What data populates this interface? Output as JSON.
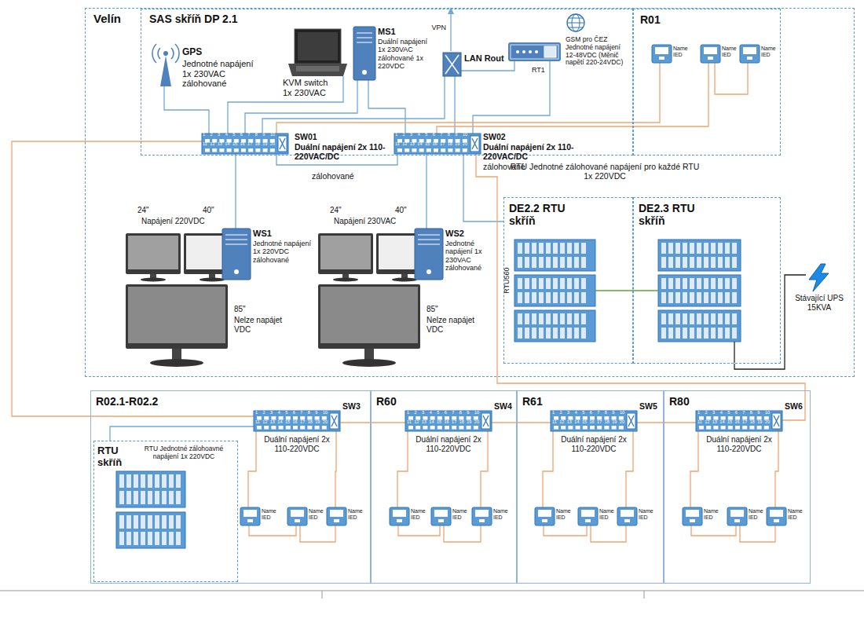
{
  "diagram": {
    "nodes": [
      {
        "text": [
          "Velín"
        ]
      },
      {
        "text": [
          "SAS skříň DP 2.1"
        ],
        "in": 0
      },
      {
        "text": [
          "GPS",
          "Jednotné napájení 1x 230VAC zálohované"
        ],
        "in": 1
      },
      {
        "text": [
          "KVM switch 1x 230VAC"
        ],
        "in": 1
      },
      {
        "text": [
          "MS1",
          "Duální napájení 1x 230VAC zálohované 1x 220VDC"
        ],
        "in": 1
      },
      {
        "text": [
          "LAN Rout"
        ],
        "in": 1
      },
      {
        "text": [
          "GSM pro ČEZ Jednotné napájení 12-48VDC (Měnič napětí 220-24VDC)",
          "RT1"
        ],
        "in": 1
      },
      {
        "text": [
          "SW01",
          "Duální napájení 2x 110-220VAC/DC",
          "zálohované"
        ],
        "in": 1
      },
      {
        "text": [
          "SW02",
          "Duální napájení 2x 110-220VAC/DC",
          "zálohované"
        ],
        "in": 1
      },
      {
        "text": [
          "R01"
        ],
        "in": 0
      },
      {
        "text": [
          "Name IED"
        ],
        "in": 9
      },
      {
        "text": [
          "Name IED"
        ],
        "in": 9
      },
      {
        "text": [
          "Name IED"
        ],
        "in": 9
      },
      {
        "text": [
          "WS1",
          "Jednotné napájení 1x 220VDC zálohované"
        ],
        "in": 0
      },
      {
        "text": [
          "WS2",
          "Jednotné napájení 1x 230VAC zálohované"
        ],
        "in": 0
      },
      {
        "text": [
          "DE2.2 RTU skříň"
        ],
        "in": 0
      },
      {
        "text": [
          "DE2.3 RTU skříň"
        ],
        "in": 0
      },
      {
        "text": [
          "Stávající UPS 15KVA"
        ],
        "in": 0
      },
      {
        "text": [
          "R02.1-R02.2"
        ]
      },
      {
        "text": [
          "RTU skříň",
          "RTU Jednotné zálohoavné napájení 1x 220VDC"
        ],
        "in": 18
      },
      {
        "text": [
          "SW3",
          "Duální napájení 2x 110-220VDC"
        ],
        "in": 18
      },
      {
        "text": [
          "Name IED"
        ],
        "in": 18
      },
      {
        "text": [
          "Name IED"
        ],
        "in": 18
      },
      {
        "text": [
          "Name IED"
        ],
        "in": 18
      },
      {
        "text": [
          "R60"
        ]
      },
      {
        "text": [
          "SW4",
          "Duální napájení 2x 110-220VDC"
        ],
        "in": 24
      },
      {
        "text": [
          "Name IED"
        ],
        "in": 24
      },
      {
        "text": [
          "Name IED"
        ],
        "in": 24
      },
      {
        "text": [
          "Name IED"
        ],
        "in": 24
      },
      {
        "text": [
          "R61"
        ]
      },
      {
        "text": [
          "SW5",
          "Duální napájení 2x 110-220VDC"
        ],
        "in": 29
      },
      {
        "text": [
          "Name IED"
        ],
        "in": 29
      },
      {
        "text": [
          "Name IED"
        ],
        "in": 29
      },
      {
        "text": [
          "Name IED"
        ],
        "in": 29
      },
      {
        "text": [
          "R80"
        ]
      },
      {
        "text": [
          "SW6",
          "Duální napájení 2x 110-220VDC"
        ],
        "in": 34
      },
      {
        "text": [
          "Name IED"
        ],
        "in": 34
      },
      {
        "text": [
          "Name IED"
        ],
        "in": 34
      },
      {
        "text": [
          "Name IED"
        ],
        "in": 34
      }
    ],
    "edges": [
      {
        "from": 2,
        "to": 7,
        "arrow": "none"
      },
      {
        "from": 3,
        "to": 7,
        "arrow": "none"
      },
      {
        "from": 4,
        "to": 7,
        "arrow": "none"
      },
      {
        "from": 4,
        "to": 8,
        "arrow": "none"
      },
      {
        "from": 5,
        "to": 7,
        "arrow": "none"
      },
      {
        "from": 5,
        "to": 8,
        "arrow": "none"
      },
      {
        "from": 5,
        "to": 6,
        "arrow": "none"
      },
      {
        "from": 6,
        "to": 8,
        "arrow": "none"
      },
      {
        "from": 7,
        "to": 8,
        "arrow": "none"
      },
      {
        "from": 7,
        "to": 13,
        "arrow": "none"
      },
      {
        "from": 8,
        "to": 14,
        "arrow": "none"
      },
      {
        "from": 8,
        "to": 15,
        "arrow": "none"
      },
      {
        "from": 7,
        "to": 10,
        "arrow": "none"
      },
      {
        "from": 8,
        "to": 11,
        "arrow": "none"
      },
      {
        "from": 11,
        "to": 12,
        "arrow": "none"
      },
      {
        "from": 17,
        "to": 16,
        "arrow": "none"
      },
      {
        "from": 7,
        "to": 20,
        "arrow": "none"
      },
      {
        "from": 20,
        "to": 25,
        "arrow": "none"
      },
      {
        "from": 25,
        "to": 30,
        "arrow": "none"
      },
      {
        "from": 30,
        "to": 35,
        "arrow": "none"
      },
      {
        "from": 35,
        "to": 8,
        "arrow": "none"
      },
      {
        "from": 20,
        "to": 19,
        "arrow": "none"
      },
      {
        "from": 20,
        "to": 21,
        "arrow": "none"
      },
      {
        "from": 20,
        "to": 23,
        "arrow": "none"
      },
      {
        "from": 21,
        "to": 22,
        "arrow": "none"
      },
      {
        "from": 22,
        "to": 23,
        "arrow": "none"
      },
      {
        "from": 25,
        "to": 26,
        "arrow": "none"
      },
      {
        "from": 25,
        "to": 28,
        "arrow": "none"
      },
      {
        "from": 26,
        "to": 27,
        "arrow": "none"
      },
      {
        "from": 27,
        "to": 28,
        "arrow": "none"
      },
      {
        "from": 30,
        "to": 31,
        "arrow": "none"
      },
      {
        "from": 30,
        "to": 33,
        "arrow": "none"
      },
      {
        "from": 31,
        "to": 32,
        "arrow": "none"
      },
      {
        "from": 32,
        "to": 33,
        "arrow": "none"
      },
      {
        "from": 35,
        "to": 36,
        "arrow": "none"
      },
      {
        "from": 35,
        "to": 38,
        "arrow": "none"
      },
      {
        "from": 36,
        "to": 37,
        "arrow": "none"
      },
      {
        "from": 37,
        "to": 38,
        "arrow": "none"
      }
    ],
    "labels": [
      "VPN",
      "24\"",
      "40\"",
      "Napájení 220VDC",
      "85\"",
      "Nelze napájet VDC",
      "24\"",
      "40\"",
      "Napájení 230VAC",
      "85\"",
      "Nelze napájet VDC",
      "RTU Jednotné zálohované napájení pro každé RTU 1x 220VDC",
      "RTU560",
      "1 2 3 4 5 6 7 8 9 10",
      "11 12 13 14 15 16 17 18 19 20",
      "1 2 3 4 5 6 7 8 9 10",
      "11 12 13 14 15 16 17 18 19 20",
      "1 2 3 4 5 6 7 8 9 10",
      "11 12 13 14 15 16 17 18 19 20",
      "1 2 3 4 5 6 7 8 9 10",
      "11 12 13 14 15 16 17 18 19 20",
      "1 2 3 4 5 6 7 8 9 10",
      "11 12 13 14 15 16 17 18 19 20",
      "1 2 3 4 5 6 7 8 9 10",
      "11 12 13 14 15 16 17 18 19 20"
    ]
  }
}
